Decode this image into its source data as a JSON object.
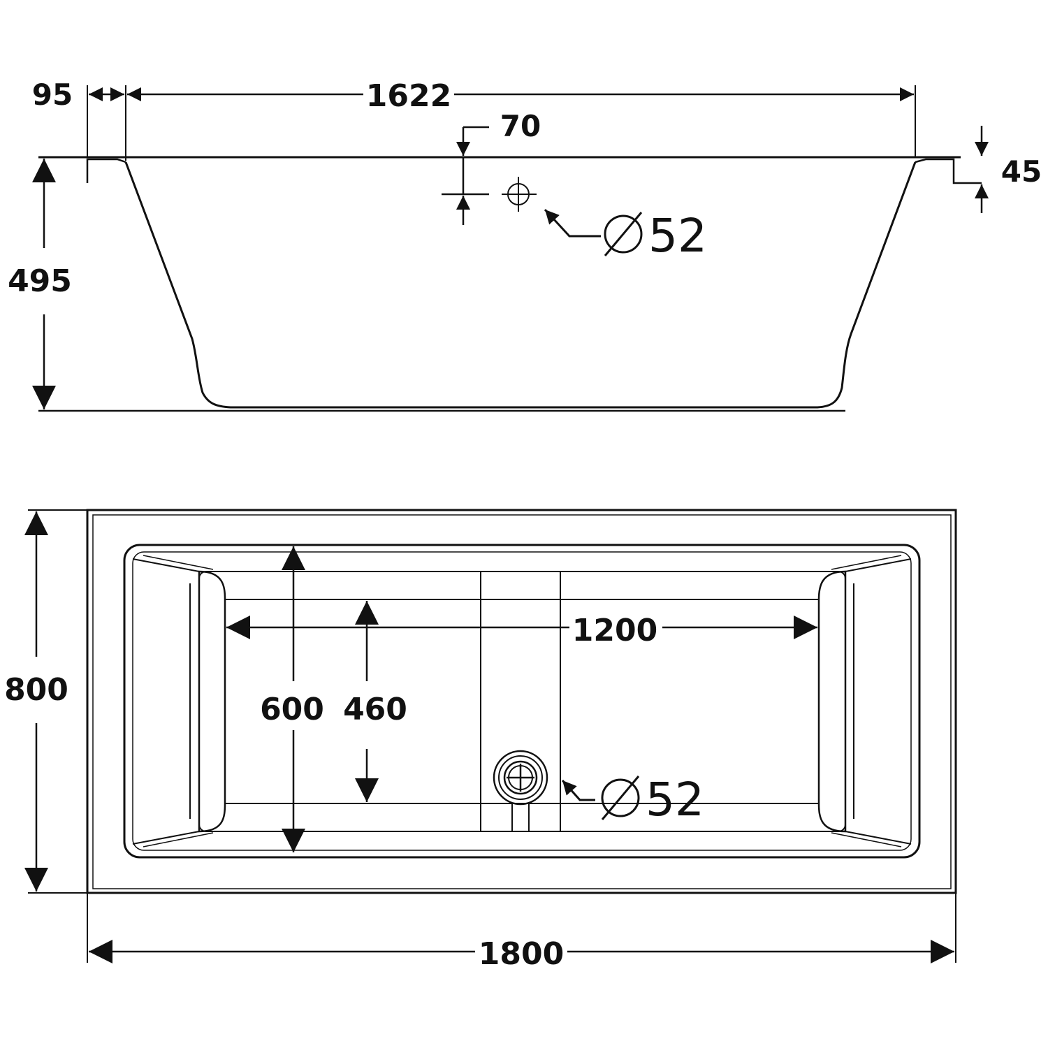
{
  "side_view": {
    "dim_rim_left": "95",
    "dim_top_length": "1622",
    "dim_overflow_offset": "70",
    "dim_rim_thickness": "45",
    "dim_height": "495",
    "overflow_diameter": "52"
  },
  "top_view": {
    "dim_width": "800",
    "dim_length": "1800",
    "dim_bottom_length": "1200",
    "dim_inner_width": "600",
    "dim_bottom_width": "460",
    "drain_diameter": "52"
  }
}
